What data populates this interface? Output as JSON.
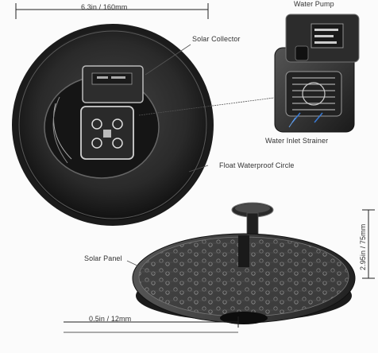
{
  "labels": {
    "top_width": "6.3in / 160mm",
    "water_pump": "Water Pump",
    "solar_collector": "Solar Collector",
    "water_inlet_strainer": "Water Inlet Strainer",
    "float_circle": "Float Waterproof Circle",
    "height": "2.95in / 75mm",
    "solar_panel": "Solar Panel",
    "bottom_depth": "0.5in / 12mm"
  }
}
